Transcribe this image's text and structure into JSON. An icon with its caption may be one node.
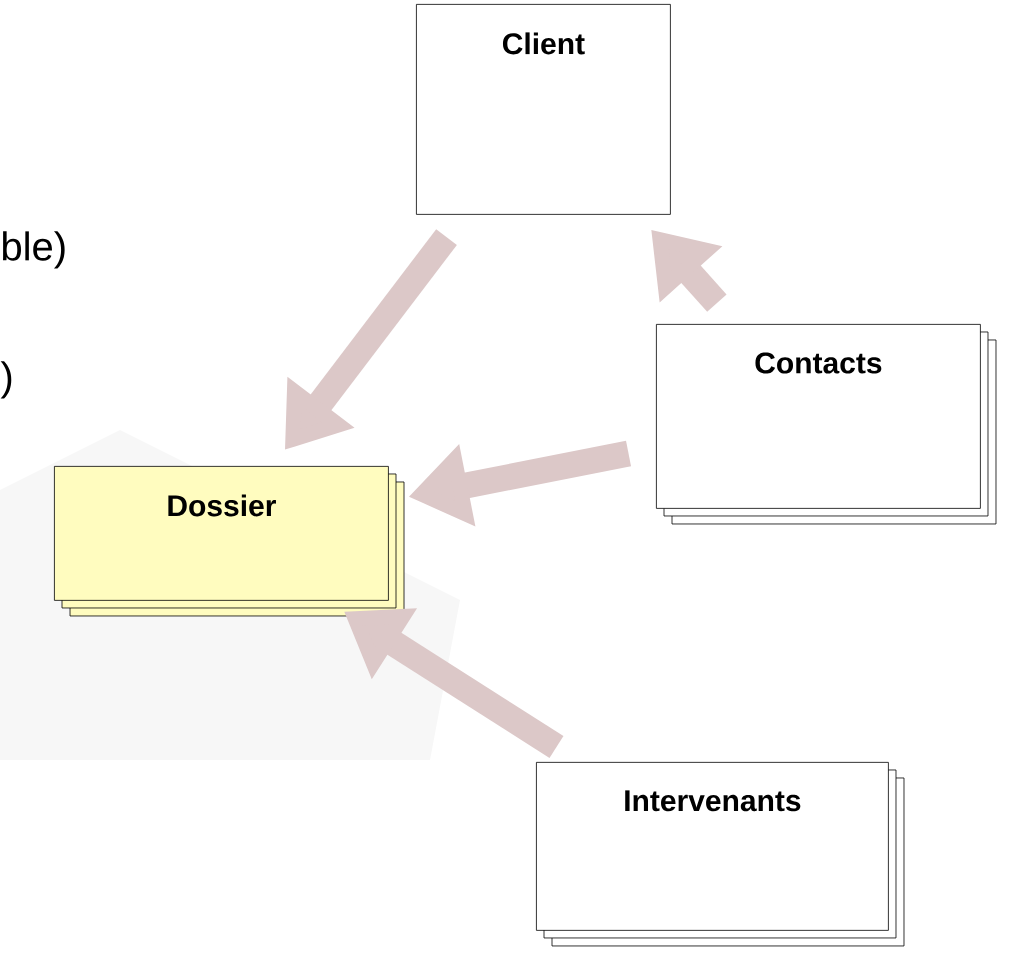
{
  "diagram": {
    "nodes": [
      {
        "text": [
          "Client"
        ]
      },
      {
        "text": [
          "Contacts"
        ]
      },
      {
        "text": [
          "Dossier"
        ]
      },
      {
        "text": [
          "Intervenants"
        ]
      }
    ],
    "edges": [
      {
        "from": 1,
        "to": 0,
        "arrow": "to"
      },
      {
        "from": 0,
        "to": 2,
        "arrow": "to"
      },
      {
        "from": 1,
        "to": 2,
        "arrow": "to"
      },
      {
        "from": 3,
        "to": 2,
        "arrow": "to"
      }
    ],
    "labels": [
      "ble)",
      ")"
    ]
  }
}
